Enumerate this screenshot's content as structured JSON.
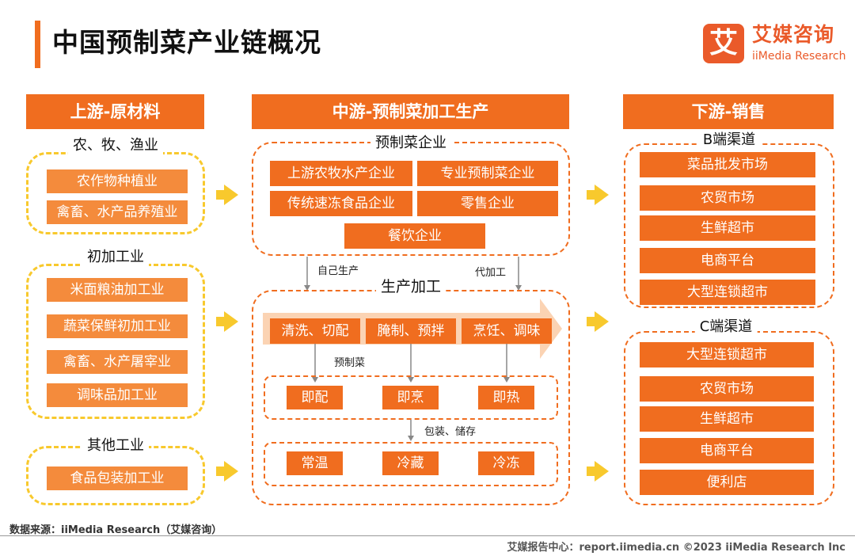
{
  "title": "中国预制菜产业链概况",
  "logo": {
    "mark": "艾",
    "name_cn": "艾媒咨询",
    "name_en": "iiMedia Research"
  },
  "upstream": {
    "header": "上游-原材料",
    "groups": [
      {
        "label": "农、牧、渔业",
        "items": [
          "农作物种植业",
          "禽畜、水产品养殖业"
        ]
      },
      {
        "label": "初加工业",
        "items": [
          "米面粮油加工业",
          "蔬菜保鲜初加工业",
          "禽畜、水产屠宰业",
          "调味品加工业"
        ]
      },
      {
        "label": "其他工业",
        "items": [
          "食品包装加工业"
        ]
      }
    ]
  },
  "midstream": {
    "header": "中游-预制菜加工生产",
    "enterprises": {
      "label": "预制菜企业",
      "items": [
        "上游农牧水产企业",
        "专业预制菜企业",
        "传统速冻食品企业",
        "零售企业",
        "餐饮企业"
      ]
    },
    "flow_left": "自己生产",
    "flow_right": "代加工",
    "production": {
      "label": "生产加工",
      "steps": [
        "清洗、切配",
        "腌制、预拌",
        "烹饪、调味"
      ],
      "prepared_label": "预制菜",
      "types": [
        "即配",
        "即烹",
        "即热"
      ],
      "package_label": "包装、储存",
      "storage": [
        "常温",
        "冷藏",
        "冷冻"
      ]
    }
  },
  "downstream": {
    "header": "下游-销售",
    "b_channel": {
      "label": "B端渠道",
      "items": [
        "菜品批发市场",
        "农贸市场",
        "生鲜超市",
        "电商平台",
        "大型连锁超市"
      ]
    },
    "c_channel": {
      "label": "C端渠道",
      "items": [
        "大型连锁超市",
        "农贸市场",
        "生鲜超市",
        "电商平台",
        "便利店"
      ]
    }
  },
  "source": "数据来源：iiMedia Research（艾媒咨询）",
  "footer": "艾媒报告中心：report.iimedia.cn   ©2023  iiMedia Research  Inc",
  "colors": {
    "accent": "#f06d1f",
    "light_box": "#f48b3c",
    "yellow": "#f8c92d"
  }
}
